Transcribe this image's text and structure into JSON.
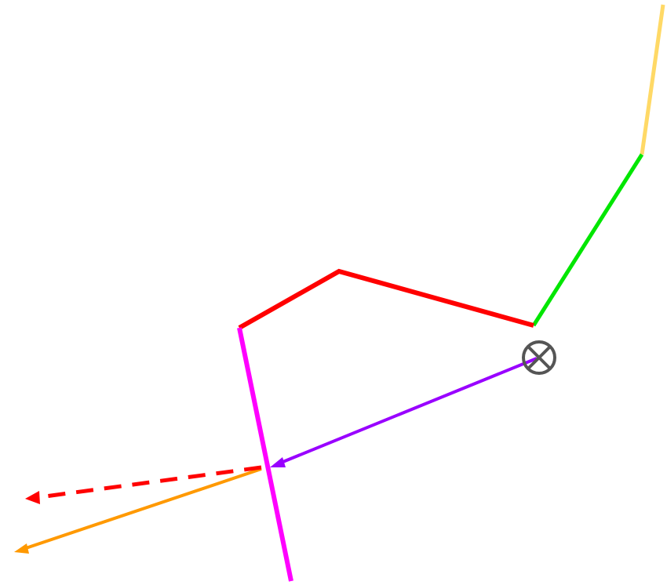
{
  "diagram": {
    "background": "#ffffff",
    "segments": [
      {
        "id": "yellow-segment",
        "color": "#ffd966"
      },
      {
        "id": "green-segment",
        "color": "#00e600"
      },
      {
        "id": "red-polyline",
        "color": "#ff0000"
      },
      {
        "id": "magenta-line",
        "color": "#ff00ff"
      }
    ],
    "arrows": [
      {
        "id": "purple-arrow",
        "color": "#9900ff",
        "style": "solid"
      },
      {
        "id": "orange-arrow",
        "color": "#ff9900",
        "style": "solid"
      },
      {
        "id": "red-dashed-arrow",
        "color": "#ff0000",
        "style": "dashed"
      }
    ],
    "marker": {
      "icon": "circle-cross-icon",
      "color": "#555555"
    }
  }
}
